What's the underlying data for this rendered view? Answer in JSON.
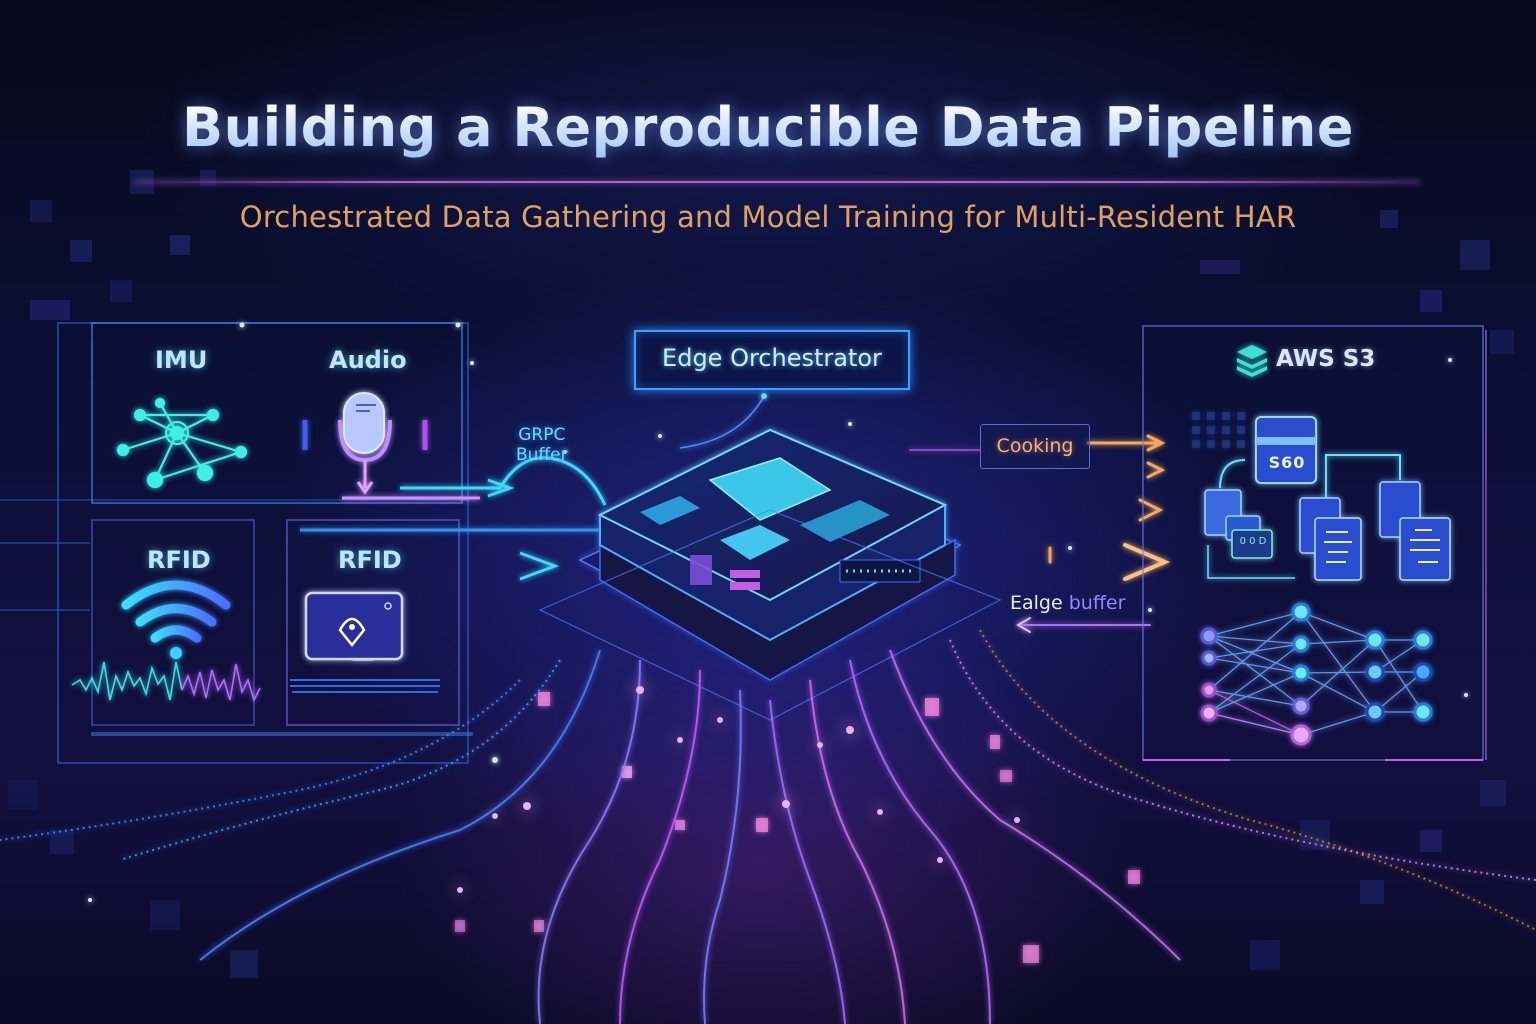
{
  "header": {
    "title": "Building a Reproducible Data Pipeline",
    "subtitle": "Orchestrated Data Gathering and Model Training for Multi-Resident HAR"
  },
  "sensors": {
    "panels": [
      {
        "label": "IMU",
        "icon": "sensor-network-icon"
      },
      {
        "label": "Audio",
        "icon": "microphone-icon"
      },
      {
        "label": "RFID",
        "icon": "wifi-signal-icon"
      },
      {
        "label": "RFID",
        "icon": "rfid-card-icon"
      }
    ]
  },
  "transport": {
    "grpc_line1": "GRPC",
    "grpc_line2": "Buffer"
  },
  "orchestrator": {
    "label": "Edge Orchestrator",
    "icon": "edge-chip-icon"
  },
  "flows": {
    "activity_label": "Cooking",
    "return_label_part1": "Ealge",
    "return_label_part2": " buffer"
  },
  "storage": {
    "label": "AWS S3",
    "icon": "stacked-layers-icon",
    "bucket_label": "S60",
    "sub_bucket_label": "0 0 D",
    "model_icon": "neural-network-icon"
  },
  "colors": {
    "background": "#070a22",
    "accent_cyan": "#3aa0ff",
    "accent_purple": "#b062c8",
    "title_gradient_top": "#ffffff",
    "title_gradient_bottom": "#9fc2ff",
    "subtitle": "#e0a062",
    "arrow_orange": "#f5a85a"
  }
}
